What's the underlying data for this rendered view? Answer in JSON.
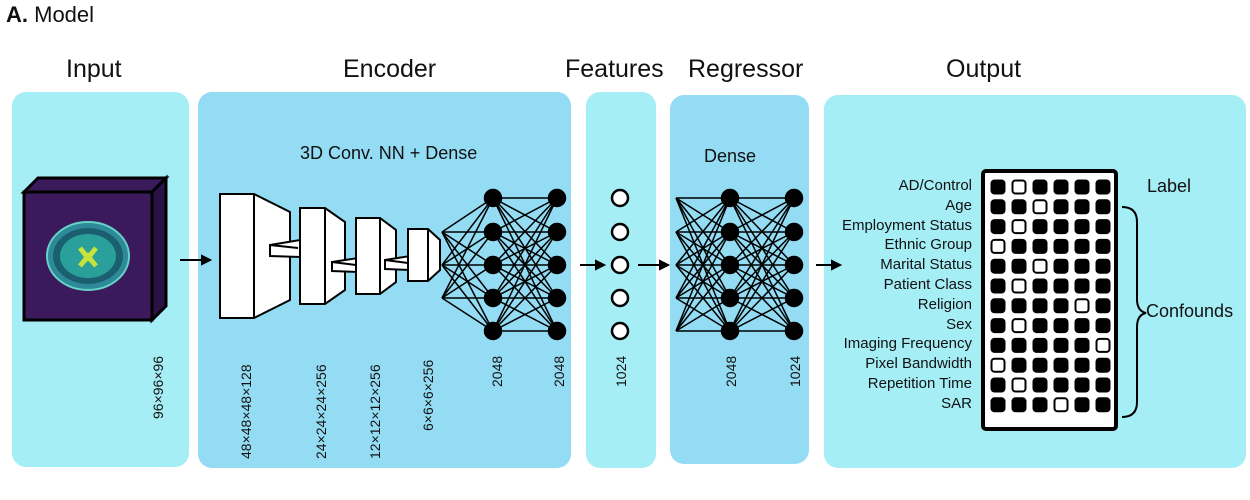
{
  "figure_label": {
    "letter": "A.",
    "text": "Model"
  },
  "sections": {
    "input": "Input",
    "encoder": "Encoder",
    "features": "Features",
    "regressor": "Regressor",
    "output": "Output"
  },
  "encoder_type": "3D Conv. NN + Dense",
  "regressor_type": "Dense",
  "dims": {
    "input": "96×96×96",
    "conv1": "48×48×48×128",
    "conv2": "24×24×24×256",
    "conv3": "12×12×12×256",
    "conv4": "6×6×6×256",
    "dense1": "2048",
    "dense2": "2048",
    "features": "1024",
    "reg_dense1": "2048",
    "reg_dense2": "1024"
  },
  "output_rows": [
    "AD/Control",
    "Age",
    "Employment Status",
    "Ethnic Group",
    "Marital Status",
    "Patient Class",
    "Religion",
    "Sex",
    "Imaging Frequency",
    "Pixel Bandwidth",
    "Repetition Time",
    "SAR"
  ],
  "open_cells": [
    [
      1
    ],
    [
      2
    ],
    [
      1
    ],
    [
      0
    ],
    [
      2
    ],
    [
      1
    ],
    [
      4
    ],
    [
      1
    ],
    [
      5
    ],
    [
      0
    ],
    [
      1
    ],
    [
      3
    ]
  ],
  "label_text": "Label",
  "confounds_text": "Confounds",
  "colors": {
    "panel_light": "#a6eef6",
    "panel_mid": "#94dcf4",
    "brain_bg": "#3b1a5c"
  }
}
